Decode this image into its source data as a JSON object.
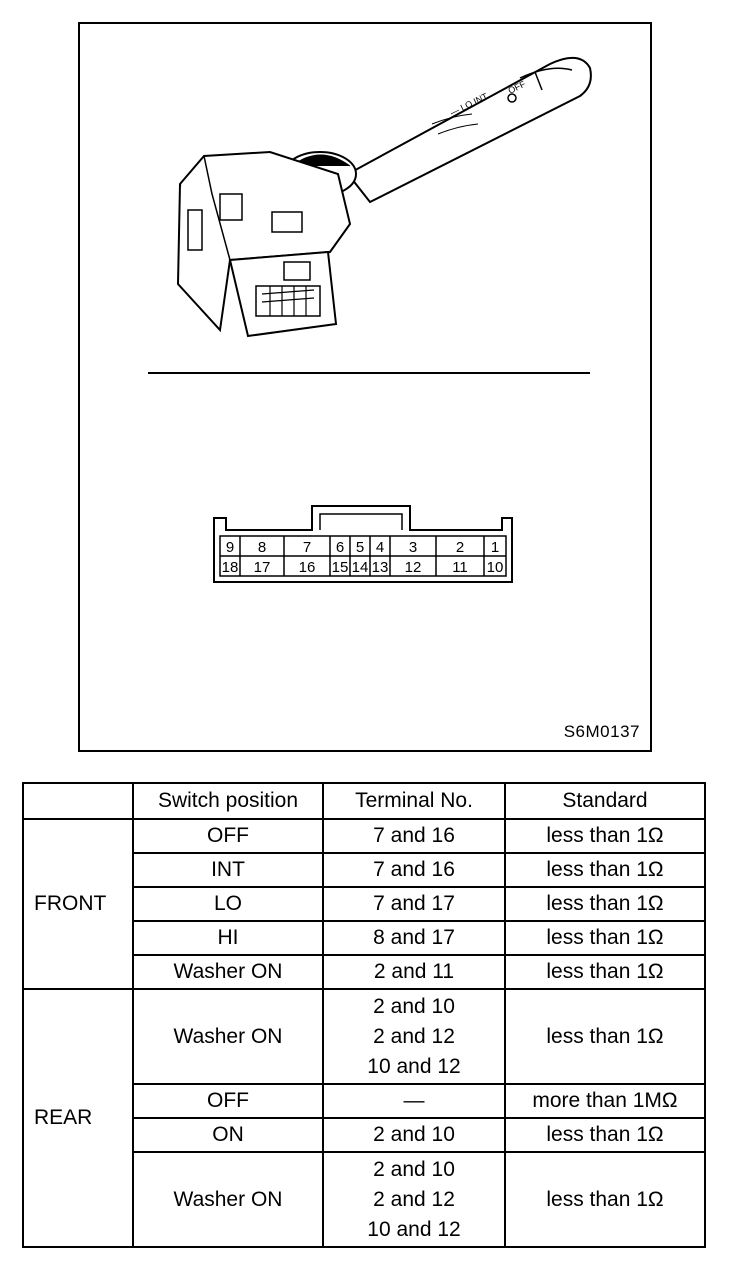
{
  "figure": {
    "code": "S6M0137",
    "connector_top_row": [
      "9",
      "8",
      "7",
      "6",
      "5",
      "4",
      "3",
      "2",
      "1"
    ],
    "connector_bottom_row": [
      "18",
      "17",
      "16",
      "15",
      "14",
      "13",
      "12",
      "11",
      "10"
    ]
  },
  "table": {
    "headers": [
      "",
      "Switch position",
      "Terminal No.",
      "Standard"
    ],
    "groups": [
      {
        "name": "FRONT",
        "rows": [
          {
            "position": "OFF",
            "terminals": [
              "7 and 16"
            ],
            "standard": "less than 1Ω"
          },
          {
            "position": "INT",
            "terminals": [
              "7 and 16"
            ],
            "standard": "less than 1Ω"
          },
          {
            "position": "LO",
            "terminals": [
              "7 and 17"
            ],
            "standard": "less than 1Ω"
          },
          {
            "position": "HI",
            "terminals": [
              "8 and 17"
            ],
            "standard": "less than 1Ω"
          },
          {
            "position": "Washer ON",
            "terminals": [
              "2 and 11"
            ],
            "standard": "less than 1Ω"
          }
        ]
      },
      {
        "name": "REAR",
        "rows": [
          {
            "position": "Washer ON",
            "terminals": [
              "2 and 10",
              "2 and 12",
              "10 and 12"
            ],
            "standard": "less than 1Ω"
          },
          {
            "position": "OFF",
            "terminals": [
              "—"
            ],
            "standard": "more than 1MΩ"
          },
          {
            "position": "ON",
            "terminals": [
              "2 and 10"
            ],
            "standard": "less than 1Ω"
          },
          {
            "position": "Washer ON",
            "terminals": [
              "2 and 10",
              "2 and 12",
              "10 and 12"
            ],
            "standard": "less than 1Ω"
          }
        ]
      }
    ]
  }
}
